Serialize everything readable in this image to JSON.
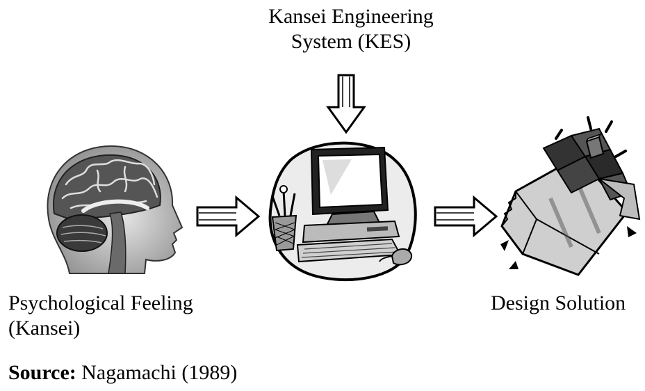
{
  "title": {
    "line1": "Kansei Engineering",
    "line2": "System (KES)"
  },
  "nodes": {
    "input": {
      "line1": "Psychological Feeling",
      "line2": "(Kansei)",
      "icon": "brain-head-icon"
    },
    "system": {
      "icon": "computer-icon"
    },
    "output": {
      "label": "Design Solution",
      "icon": "chocolate-bar-icon"
    }
  },
  "source": {
    "prefix": "Source:",
    "text": " Nagamachi (1989)"
  }
}
